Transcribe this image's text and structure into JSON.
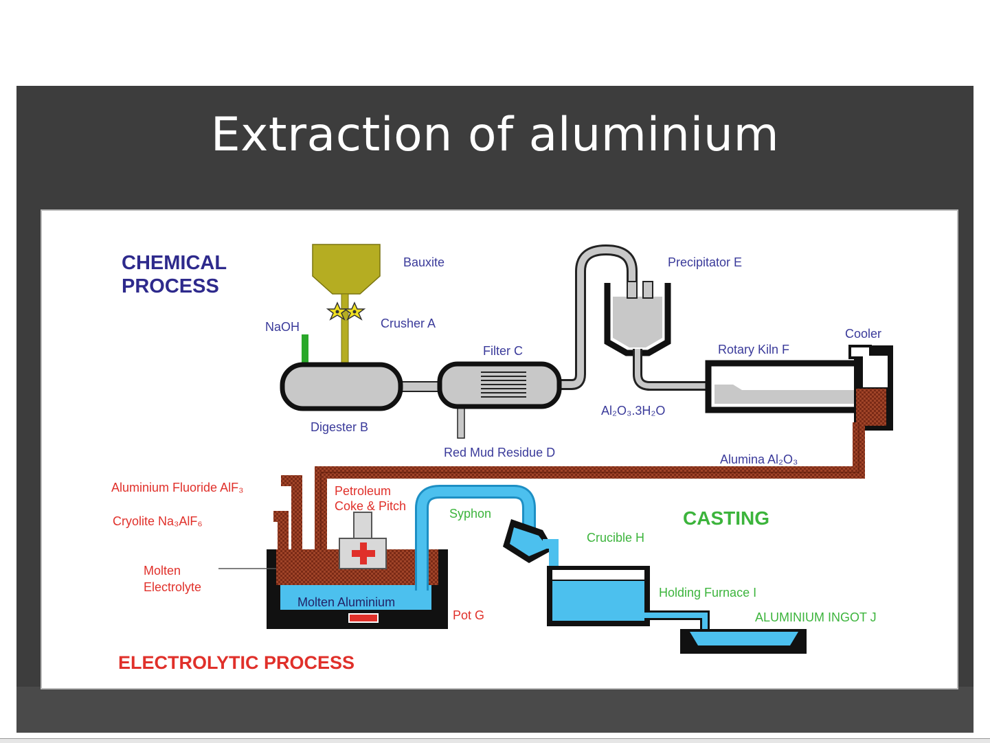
{
  "slide": {
    "title": "Extraction of aluminium"
  },
  "sections": {
    "chemical_line1": "CHEMICAL",
    "chemical_line2": "PROCESS",
    "electrolytic": "ELECTROLYTIC PROCESS",
    "casting": "CASTING"
  },
  "labels": {
    "bauxite": "Bauxite",
    "crusher": "Crusher A",
    "naoh": "NaOH",
    "digester": "Digester B",
    "filter": "Filter C",
    "red_mud": "Red Mud Residue D",
    "precipitator": "Precipitator E",
    "hydrate": "Al₂O₃.3H₂O",
    "rotary_kiln": "Rotary Kiln F",
    "cooler": "Cooler",
    "alumina": "Alumina Al₂O₃",
    "aluminium_fluoride": "Aluminium Fluoride AlF₃",
    "cryolite": "Cryolite Na₃AlF₆",
    "molten_line1": "Molten",
    "molten_line2": "Electrolyte",
    "petroleum_line1": "Petroleum",
    "petroleum_line2": "Coke & Pitch",
    "molten_aluminium": "Molten Aluminium",
    "pot": "Pot G",
    "syphon": "Syphon",
    "crucible": "Crucible H",
    "holding_furnace": "Holding Furnace I",
    "ingot": "ALUMINIUM INGOT J"
  },
  "colors": {
    "chemical": "#2e2a8c",
    "electrolytic": "#e0302a",
    "casting": "#3cb43c",
    "label_blue": "#3a3a9a",
    "molten": "#4cc0ee",
    "electrolyte": "#8a2f1a"
  }
}
